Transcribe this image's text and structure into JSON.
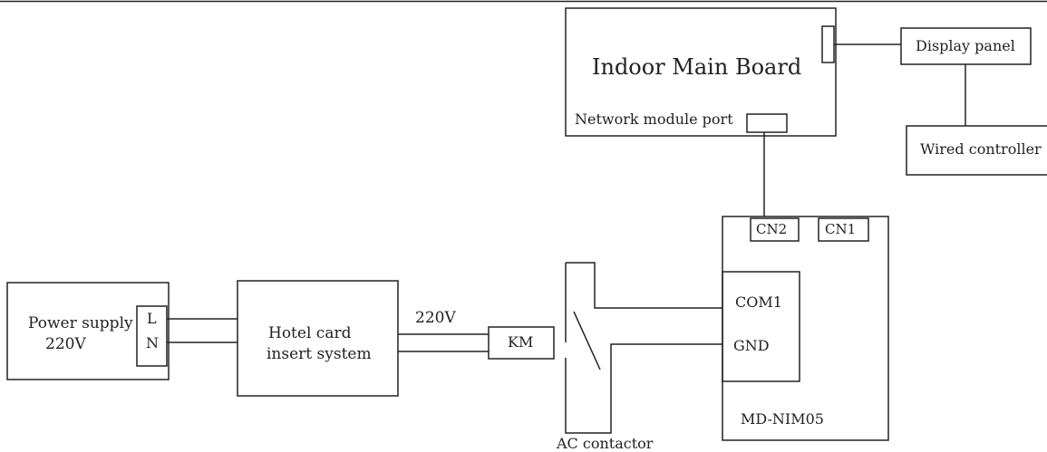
{
  "diagram": {
    "indoor_main_board": "Indoor Main Board",
    "network_module_port": "Network module port",
    "display_panel": "Display panel",
    "wired_controller": "Wired controller",
    "cn2": "CN2",
    "cn1": "CN1",
    "com1": "COM1",
    "gnd": "GND",
    "module_name": "MD-NIM05",
    "power_supply_line1": "Power supply",
    "power_supply_line2": "220V",
    "terminal_l": "L",
    "terminal_n": "N",
    "hotel_card_line1": "Hotel card",
    "hotel_card_line2": "insert system",
    "voltage": "220V",
    "km": "KM",
    "ac_contactor": "AC contactor"
  }
}
